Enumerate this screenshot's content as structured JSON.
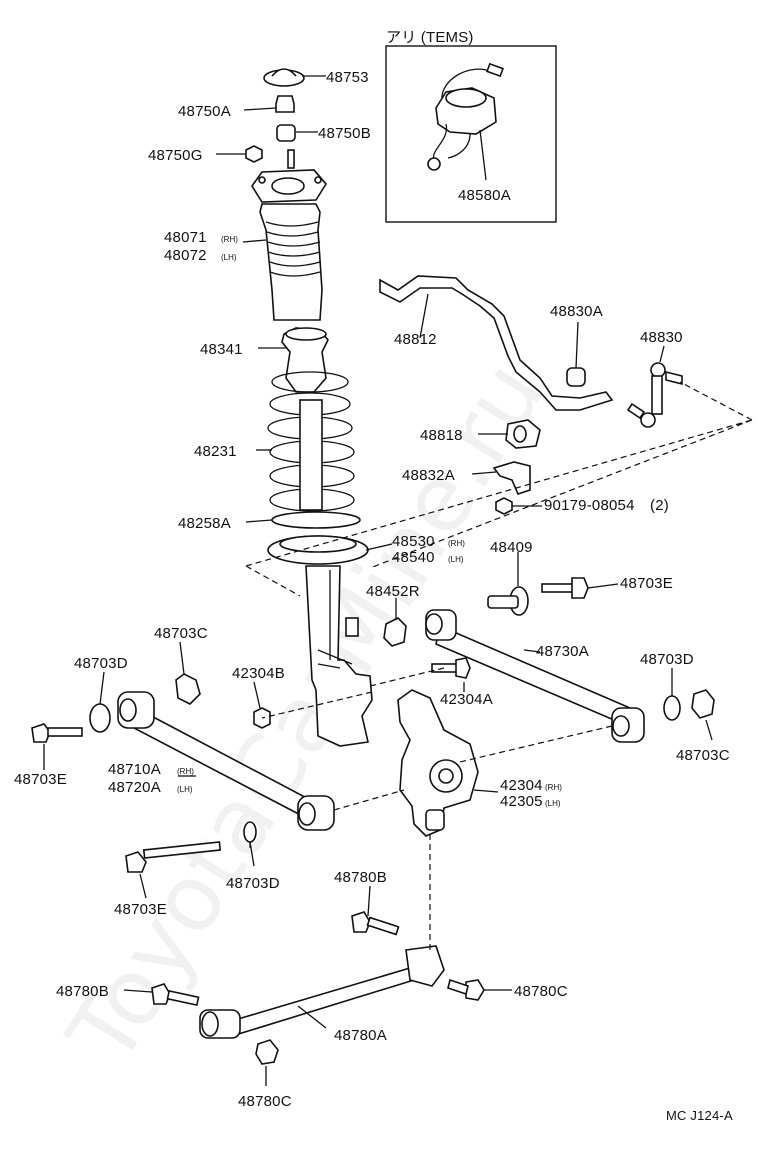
{
  "watermark": "ToyotaCarMine.ru",
  "figure_code": "MC J124-A",
  "inset": {
    "title": "アリ (TEMS)",
    "part": "48580A"
  },
  "labels": {
    "p48753": "48753",
    "p48750A": "48750A",
    "p48750B": "48750B",
    "p48750G": "48750G",
    "p48071": "48071",
    "p48072": "48072",
    "rh": "(RH)",
    "lh": "(LH)",
    "p48341": "48341",
    "p48231": "48231",
    "p48258A": "48258A",
    "p48530": "48530",
    "p48540": "48540",
    "p48812": "48812",
    "p48830A": "48830A",
    "p48830": "48830",
    "p48818": "48818",
    "p48832A": "48832A",
    "p90179": "90179-08054",
    "qty2": "(2)",
    "p48409": "48409",
    "p48703E_a": "48703E",
    "p48452R": "48452R",
    "p48730A": "48730A",
    "p48703C_a": "48703C",
    "p48703D_a": "48703D",
    "p42304B": "42304B",
    "p42304A": "42304A",
    "p48703D_b": "48703D",
    "p48703C_b": "48703C",
    "p48703E_b": "48703E",
    "p48710A": "48710A",
    "p48720A": "48720A",
    "p42304": "42304",
    "p42305": "42305",
    "p48703D_c": "48703D",
    "p48703E_c": "48703E",
    "p48780B_a": "48780B",
    "p48780B_b": "48780B",
    "p48780C_a": "48780C",
    "p48780A": "48780A",
    "p48780C_b": "48780C"
  }
}
